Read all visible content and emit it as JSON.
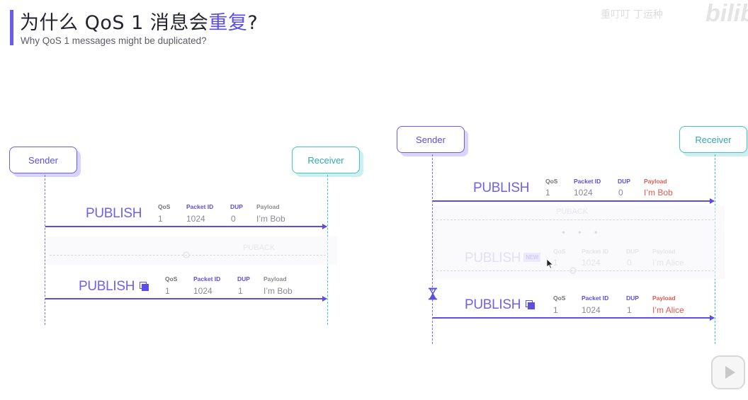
{
  "header": {
    "title_prefix": "为什么 QoS 1 消息会",
    "title_highlight": "重复",
    "title_suffix": "?",
    "subtitle": "Why QoS 1 messages might be duplicated?",
    "watermark": "重叮叮 丁运种",
    "logo": "bilib"
  },
  "labels": {
    "sender": "Sender",
    "receiver": "Receiver",
    "publish": "PUBLISH",
    "puback": "PUBACK",
    "new_tag": "NEW",
    "dots": "• • •"
  },
  "fields": {
    "qos": "QoS",
    "packet_id": "Packet ID",
    "dup": "DUP",
    "payload": "Payload"
  },
  "left_diagram": {
    "msg1": {
      "qos": "1",
      "packet_id": "1024",
      "dup": "0",
      "payload": "I’m Bob"
    },
    "msg2": {
      "qos": "1",
      "packet_id": "1024",
      "dup": "1",
      "payload": "I’m Bob"
    }
  },
  "right_diagram": {
    "msg1": {
      "qos": "1",
      "packet_id": "1024",
      "dup": "0",
      "payload": "I’m Bob"
    },
    "msg_faded": {
      "qos": "1",
      "packet_id": "1024",
      "dup": "0",
      "payload": "I’m Alice"
    },
    "msg2": {
      "qos": "1",
      "packet_id": "1024",
      "dup": "1",
      "payload": "I’m Alice"
    }
  },
  "colors": {
    "accent": "#5a4ee6",
    "receiver": "#40c4c4",
    "payload_red": "#e05a4e"
  }
}
